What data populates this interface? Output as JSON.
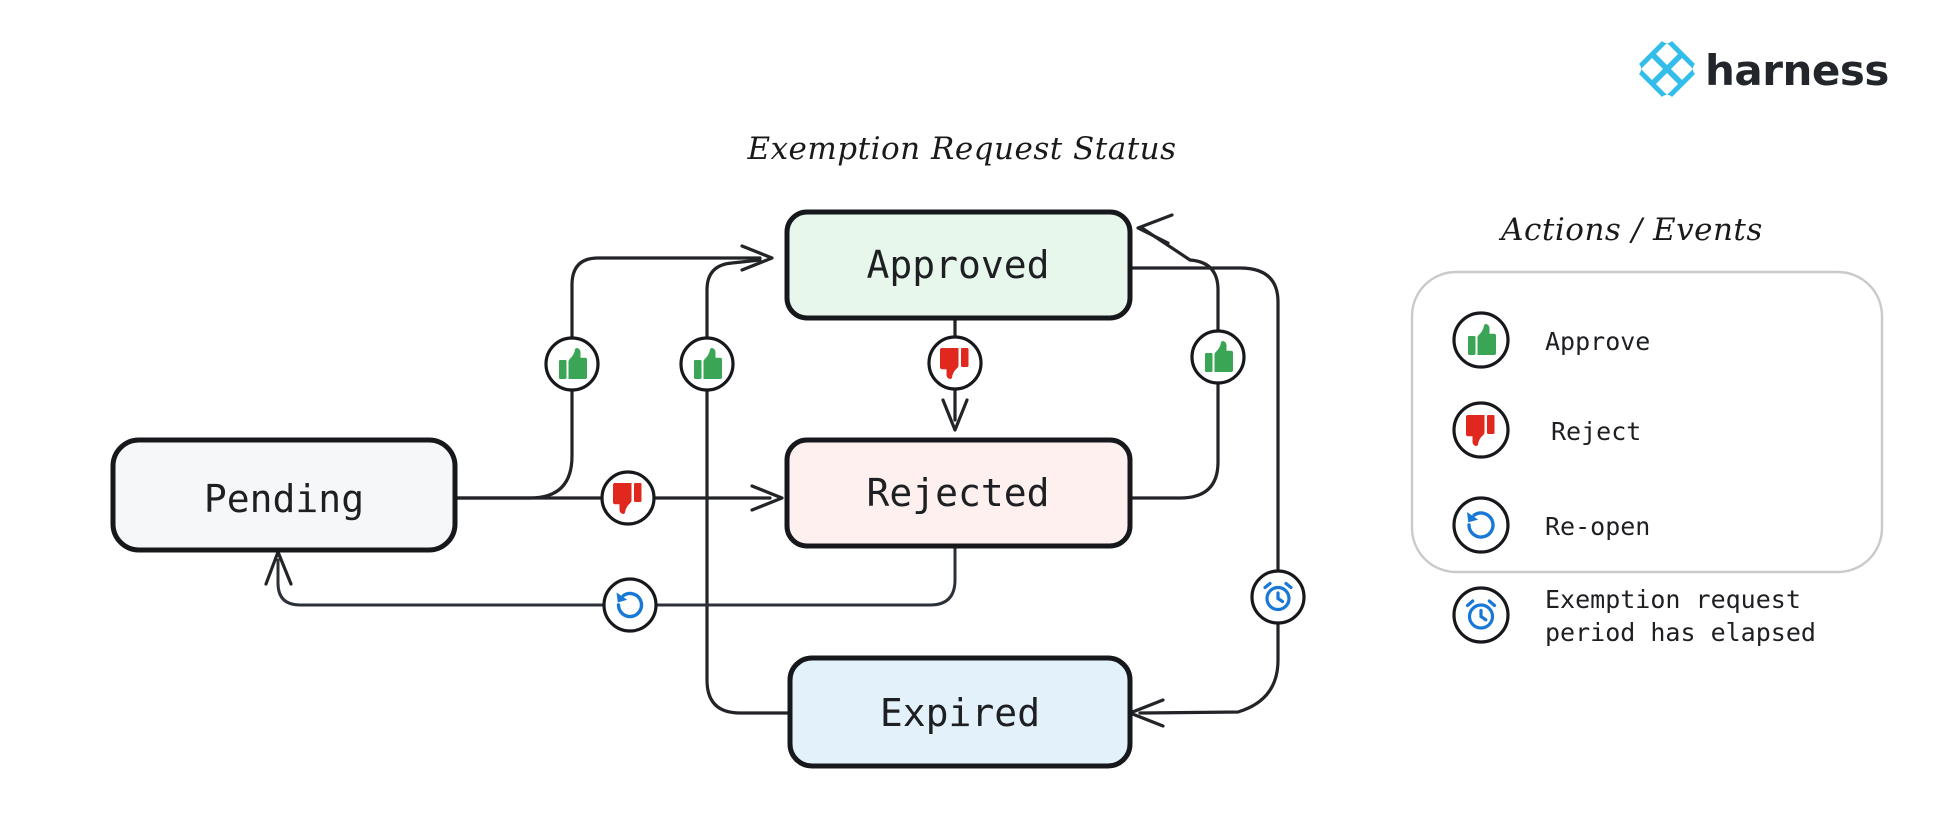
{
  "brand": {
    "name": "harness",
    "logo_icon": "harness-diamond-logo-icon",
    "logo_color": "#32BDEA"
  },
  "diagram": {
    "title": "Exemption Request Status",
    "type": "state-machine",
    "nodes": [
      {
        "id": "pending",
        "label": "Pending",
        "fill": "#f6f7f9",
        "border": "#16181c"
      },
      {
        "id": "approved",
        "label": "Approved",
        "fill": "#e7f7ec",
        "border": "#16181c"
      },
      {
        "id": "rejected",
        "label": "Rejected",
        "fill": "#fdf0ef",
        "border": "#16181c"
      },
      {
        "id": "expired",
        "label": "Expired",
        "fill": "#e3f1fb",
        "border": "#16181c"
      }
    ],
    "transitions": [
      {
        "from": "pending",
        "to": "approved",
        "action": "approve"
      },
      {
        "from": "pending",
        "to": "rejected",
        "action": "reject"
      },
      {
        "from": "approved",
        "to": "rejected",
        "action": "reject"
      },
      {
        "from": "rejected",
        "to": "approved",
        "action": "approve"
      },
      {
        "from": "expired",
        "to": "approved",
        "action": "approve"
      },
      {
        "from": "rejected",
        "to": "pending",
        "action": "reopen"
      },
      {
        "from": "approved",
        "to": "expired",
        "action": "elapsed"
      }
    ]
  },
  "legend": {
    "title": "Actions / Events",
    "items": [
      {
        "icon": "thumbs-up-icon",
        "label": "Approve",
        "color": "#3aa655"
      },
      {
        "icon": "thumbs-down-icon",
        "label": "Reject",
        "color": "#e0281f"
      },
      {
        "icon": "reopen-icon",
        "label": "Re-open",
        "color": "#1778d6"
      },
      {
        "icon": "alarm-clock-icon",
        "label_line1": "Exemption request",
        "label_line2": "period has elapsed",
        "color": "#1778d6"
      }
    ]
  }
}
